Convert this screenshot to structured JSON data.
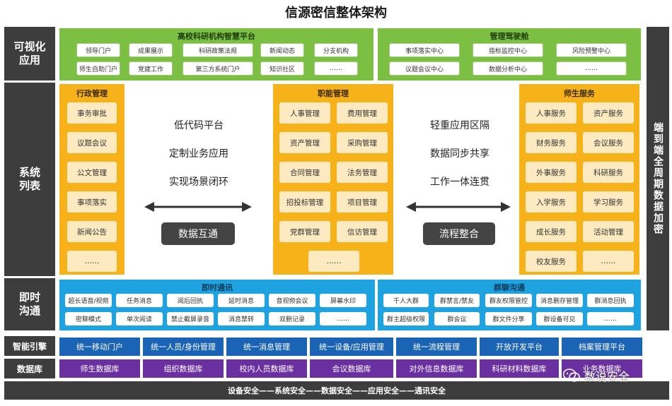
{
  "title": "信源密信整体架构",
  "row_labels": {
    "viz": [
      "可视化",
      "应用"
    ],
    "sys": [
      "系统",
      "列表"
    ],
    "im": [
      "即时",
      "沟通"
    ],
    "engine": "智能引擎",
    "db": "数据库"
  },
  "right_bar": "端到端全周期数据加密",
  "viz_left": {
    "title": "高校科研机构智慧平台",
    "items": [
      "领导门户",
      "成果展示",
      "科研政策法规",
      "新闻动态",
      "分支机构",
      "师生自助门户",
      "党建工作",
      "第三方系统门户",
      "知识社区",
      "……"
    ]
  },
  "viz_right": {
    "title": "管理驾驶舱",
    "items": [
      "事项落实中心",
      "指标监控中心",
      "风险预警中心",
      "议题会议中心",
      "数据分析中心",
      "……"
    ]
  },
  "admin": {
    "title": "行政管理",
    "items": [
      "事务审批",
      "议题会议",
      "公文管理",
      "事项落实",
      "新闻公告",
      "……"
    ]
  },
  "func": {
    "title": "职能管理",
    "items": [
      "人事管理",
      "费用管理",
      "资产管理",
      "采购管理",
      "合同管理",
      "法务管理",
      "招投标管理",
      "项目管理",
      "党群管理",
      "信访管理",
      "……"
    ]
  },
  "service": {
    "title": "师生服务",
    "items": [
      "人事服务",
      "资产服务",
      "财务服务",
      "会议服务",
      "外事服务",
      "科研服务",
      "入学服务",
      "学习服务",
      "成长服务",
      "活动管理",
      "校友服务",
      "……"
    ]
  },
  "center_left": {
    "lines": [
      "低代码平台",
      "定制业务应用",
      "实现场景闭环"
    ],
    "button": "数据互通"
  },
  "center_right": {
    "lines": [
      "轻重应用区隔",
      "数据同步共享",
      "工作一体连贯"
    ],
    "button": "流程整合"
  },
  "im_left": {
    "title": "即时通讯",
    "items": [
      "超长语音/视频",
      "任务消息",
      "阅后回执",
      "延时消息",
      "音视频会议",
      "屏幕水印",
      "密聊模式",
      "单次阅读",
      "禁止截屏录音",
      "消息禁转",
      "双删记录",
      "……"
    ]
  },
  "im_right": {
    "title": "群聊沟通",
    "items": [
      "千人大群",
      "群禁言/禁友",
      "群友权限管控",
      "消息删存管理",
      "群消息回执",
      "群主超级权限",
      "群会议",
      "群文件分享",
      "群设备可见",
      "……"
    ]
  },
  "engine": [
    "统一移动门户",
    "统一人员/身份管理",
    "统一消息管理",
    "统一设备/应用管理",
    "统一流程管理",
    "开放开发平台",
    "档案管理平台"
  ],
  "database": [
    "师生数据库",
    "组织数据库",
    "校内人员数据库",
    "会议数据库",
    "对外信息数据库",
    "科研材料数据库",
    "业务数据库"
  ],
  "bottom": "设备安全——系统安全——数据安全——应用安全——通讯安全",
  "watermark": "数说安全",
  "colors": {
    "dark": "#3d3d3d",
    "green": "#7bc043",
    "orange": "#f7b21a",
    "blue": "#1fa3e0",
    "engine": "#1b63b5",
    "db": "#6a2fa0"
  }
}
